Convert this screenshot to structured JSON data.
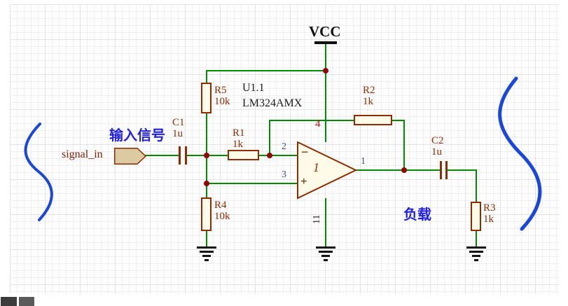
{
  "power": {
    "vcc": "VCC"
  },
  "opamp": {
    "designator": "U1.1",
    "part_number": "LM324AMX",
    "gate_number": "1",
    "inverting_sign": "−",
    "noninverting_sign": "+",
    "pin_inverting": "2",
    "pin_noninverting": "3",
    "pin_output": "1",
    "pin_vplus": "4",
    "pin_vminus": "11"
  },
  "resistors": {
    "r1": {
      "ref": "R1",
      "value": "1k"
    },
    "r2": {
      "ref": "R2",
      "value": "1k"
    },
    "r3": {
      "ref": "R3",
      "value": "1k"
    },
    "r4": {
      "ref": "R4",
      "value": "10k"
    },
    "r5": {
      "ref": "R5",
      "value": "10k"
    }
  },
  "capacitors": {
    "c1": {
      "ref": "C1",
      "value": "1u"
    },
    "c2": {
      "ref": "C2",
      "value": "1u"
    }
  },
  "port": {
    "name": "signal_in"
  },
  "annotations": {
    "input_signal": "输入信号",
    "load": "负载"
  },
  "colors": {
    "wire_green": "#008b00",
    "component_maroon": "#8f2b00",
    "junction_red": "#940000",
    "annotation_blue": "#2121e0",
    "pin4_red": "#d40000"
  }
}
